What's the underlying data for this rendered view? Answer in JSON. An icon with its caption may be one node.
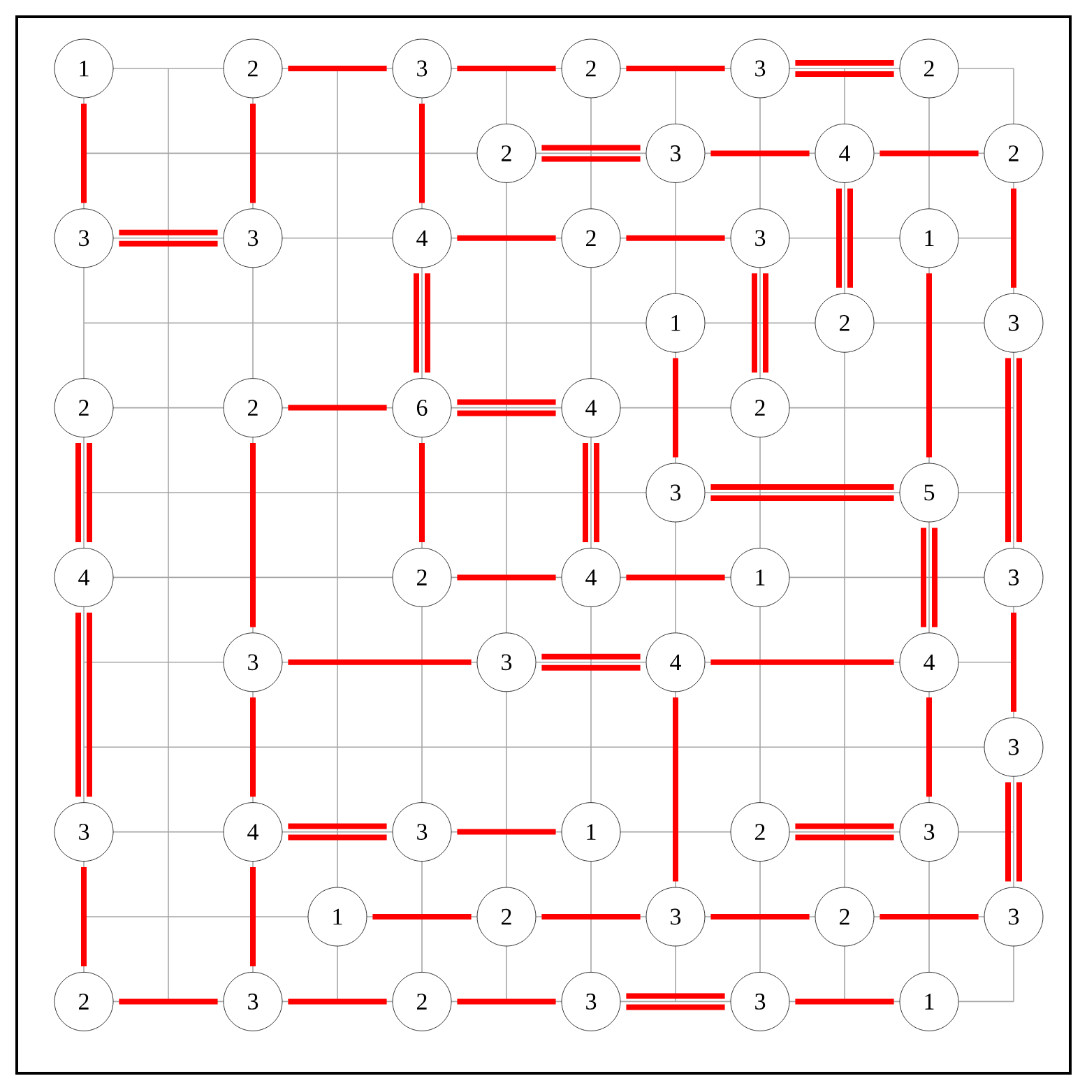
{
  "diagram": {
    "nodes": [
      {
        "text": [
          "1"
        ]
      },
      {
        "text": [
          "2"
        ]
      },
      {
        "text": [
          "3"
        ]
      },
      {
        "text": [
          "2"
        ]
      },
      {
        "text": [
          "3"
        ]
      },
      {
        "text": [
          "2"
        ]
      },
      {
        "text": [
          "2"
        ]
      },
      {
        "text": [
          "3"
        ]
      },
      {
        "text": [
          "4"
        ]
      },
      {
        "text": [
          "2"
        ]
      },
      {
        "text": [
          "3"
        ]
      },
      {
        "text": [
          "3"
        ]
      },
      {
        "text": [
          "4"
        ]
      },
      {
        "text": [
          "2"
        ]
      },
      {
        "text": [
          "3"
        ]
      },
      {
        "text": [
          "1"
        ]
      },
      {
        "text": [
          "1"
        ]
      },
      {
        "text": [
          "2"
        ]
      },
      {
        "text": [
          "3"
        ]
      },
      {
        "text": [
          "2"
        ]
      },
      {
        "text": [
          "2"
        ]
      },
      {
        "text": [
          "6"
        ]
      },
      {
        "text": [
          "4"
        ]
      },
      {
        "text": [
          "2"
        ]
      },
      {
        "text": [
          "3"
        ]
      },
      {
        "text": [
          "5"
        ]
      },
      {
        "text": [
          "4"
        ]
      },
      {
        "text": [
          "2"
        ]
      },
      {
        "text": [
          "4"
        ]
      },
      {
        "text": [
          "1"
        ]
      },
      {
        "text": [
          "3"
        ]
      },
      {
        "text": [
          "3"
        ]
      },
      {
        "text": [
          "3"
        ]
      },
      {
        "text": [
          "4"
        ]
      },
      {
        "text": [
          "4"
        ]
      },
      {
        "text": [
          "3"
        ]
      },
      {
        "text": [
          "3"
        ]
      },
      {
        "text": [
          "4"
        ]
      },
      {
        "text": [
          "3"
        ]
      },
      {
        "text": [
          "1"
        ]
      },
      {
        "text": [
          "2"
        ]
      },
      {
        "text": [
          "3"
        ]
      },
      {
        "text": [
          "1"
        ]
      },
      {
        "text": [
          "2"
        ]
      },
      {
        "text": [
          "3"
        ]
      },
      {
        "text": [
          "2"
        ]
      },
      {
        "text": [
          "3"
        ]
      },
      {
        "text": [
          "2"
        ]
      },
      {
        "text": [
          "3"
        ]
      },
      {
        "text": [
          "2"
        ]
      },
      {
        "text": [
          "3"
        ]
      },
      {
        "text": [
          "3"
        ]
      },
      {
        "text": [
          "1"
        ]
      }
    ],
    "edges": [
      {
        "from": 0,
        "to": 10,
        "arrow": "none"
      },
      {
        "from": 1,
        "to": 2,
        "arrow": "none"
      },
      {
        "from": 1,
        "to": 11,
        "arrow": "none"
      },
      {
        "from": 2,
        "to": 3,
        "arrow": "none"
      },
      {
        "from": 2,
        "to": 12,
        "arrow": "none"
      },
      {
        "from": 3,
        "to": 4,
        "arrow": "none"
      },
      {
        "from": 4,
        "to": 5,
        "arrow": "none"
      },
      {
        "from": 4,
        "to": 5,
        "arrow": "none"
      },
      {
        "from": 6,
        "to": 7,
        "arrow": "none"
      },
      {
        "from": 6,
        "to": 7,
        "arrow": "none"
      },
      {
        "from": 7,
        "to": 8,
        "arrow": "none"
      },
      {
        "from": 8,
        "to": 9,
        "arrow": "none"
      },
      {
        "from": 8,
        "to": 17,
        "arrow": "none"
      },
      {
        "from": 8,
        "to": 17,
        "arrow": "none"
      },
      {
        "from": 9,
        "to": 18,
        "arrow": "none"
      },
      {
        "from": 10,
        "to": 11,
        "arrow": "none"
      },
      {
        "from": 10,
        "to": 11,
        "arrow": "none"
      },
      {
        "from": 12,
        "to": 13,
        "arrow": "none"
      },
      {
        "from": 12,
        "to": 21,
        "arrow": "none"
      },
      {
        "from": 12,
        "to": 21,
        "arrow": "none"
      },
      {
        "from": 13,
        "to": 14,
        "arrow": "none"
      },
      {
        "from": 14,
        "to": 23,
        "arrow": "none"
      },
      {
        "from": 14,
        "to": 23,
        "arrow": "none"
      },
      {
        "from": 15,
        "to": 25,
        "arrow": "none"
      },
      {
        "from": 16,
        "to": 24,
        "arrow": "none"
      },
      {
        "from": 18,
        "to": 30,
        "arrow": "none"
      },
      {
        "from": 18,
        "to": 30,
        "arrow": "none"
      },
      {
        "from": 19,
        "to": 26,
        "arrow": "none"
      },
      {
        "from": 19,
        "to": 26,
        "arrow": "none"
      },
      {
        "from": 20,
        "to": 21,
        "arrow": "none"
      },
      {
        "from": 20,
        "to": 31,
        "arrow": "none"
      },
      {
        "from": 21,
        "to": 22,
        "arrow": "none"
      },
      {
        "from": 21,
        "to": 22,
        "arrow": "none"
      },
      {
        "from": 21,
        "to": 27,
        "arrow": "none"
      },
      {
        "from": 22,
        "to": 28,
        "arrow": "none"
      },
      {
        "from": 22,
        "to": 28,
        "arrow": "none"
      },
      {
        "from": 24,
        "to": 25,
        "arrow": "none"
      },
      {
        "from": 24,
        "to": 25,
        "arrow": "none"
      },
      {
        "from": 25,
        "to": 34,
        "arrow": "none"
      },
      {
        "from": 25,
        "to": 34,
        "arrow": "none"
      },
      {
        "from": 26,
        "to": 36,
        "arrow": "none"
      },
      {
        "from": 26,
        "to": 36,
        "arrow": "none"
      },
      {
        "from": 27,
        "to": 28,
        "arrow": "none"
      },
      {
        "from": 28,
        "to": 29,
        "arrow": "none"
      },
      {
        "from": 30,
        "to": 35,
        "arrow": "none"
      },
      {
        "from": 31,
        "to": 32,
        "arrow": "none"
      },
      {
        "from": 31,
        "to": 37,
        "arrow": "none"
      },
      {
        "from": 32,
        "to": 33,
        "arrow": "none"
      },
      {
        "from": 32,
        "to": 33,
        "arrow": "none"
      },
      {
        "from": 33,
        "to": 34,
        "arrow": "none"
      },
      {
        "from": 33,
        "to": 44,
        "arrow": "none"
      },
      {
        "from": 34,
        "to": 41,
        "arrow": "none"
      },
      {
        "from": 35,
        "to": 46,
        "arrow": "none"
      },
      {
        "from": 35,
        "to": 46,
        "arrow": "none"
      },
      {
        "from": 36,
        "to": 47,
        "arrow": "none"
      },
      {
        "from": 37,
        "to": 38,
        "arrow": "none"
      },
      {
        "from": 37,
        "to": 38,
        "arrow": "none"
      },
      {
        "from": 37,
        "to": 48,
        "arrow": "none"
      },
      {
        "from": 38,
        "to": 39,
        "arrow": "none"
      },
      {
        "from": 40,
        "to": 41,
        "arrow": "none"
      },
      {
        "from": 40,
        "to": 41,
        "arrow": "none"
      },
      {
        "from": 42,
        "to": 43,
        "arrow": "none"
      },
      {
        "from": 43,
        "to": 44,
        "arrow": "none"
      },
      {
        "from": 44,
        "to": 45,
        "arrow": "none"
      },
      {
        "from": 45,
        "to": 46,
        "arrow": "none"
      },
      {
        "from": 47,
        "to": 48,
        "arrow": "none"
      },
      {
        "from": 48,
        "to": 49,
        "arrow": "none"
      },
      {
        "from": 49,
        "to": 50,
        "arrow": "none"
      },
      {
        "from": 50,
        "to": 51,
        "arrow": "none"
      },
      {
        "from": 50,
        "to": 51,
        "arrow": "none"
      },
      {
        "from": 51,
        "to": 52,
        "arrow": "none"
      }
    ]
  }
}
